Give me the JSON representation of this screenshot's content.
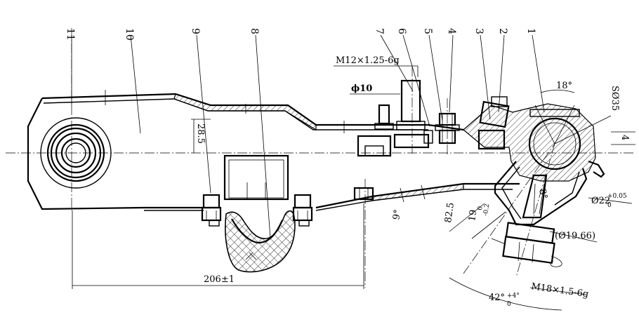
{
  "part_labels": [
    "1",
    "2",
    "3",
    "4",
    "5",
    "6",
    "7",
    "8",
    "9",
    "10",
    "11"
  ],
  "dimensions": {
    "thread_top": "M12×1.25-6g",
    "dia_10": "ϕ10",
    "height_28_5": "28.5",
    "angle_18": "18°",
    "sphere": "SØ35",
    "dim_4": "4",
    "angle_8": "8°",
    "dia_22": "Ø22",
    "dia_22_tol": "+0.05",
    "dia_22_tol_low": "0",
    "dim_82_5": "82.5",
    "dim_19": "19",
    "dim_19_tol_up": "0",
    "dim_19_tol_low": "-0.2",
    "dia_19_66": "(Ø19.66)",
    "angle_9": "9°",
    "length_206": "206±1",
    "thread_bottom": "M18×1.5-6g",
    "angle_42": "42°",
    "angle_42_tol_up": "+4°",
    "angle_42_tol_low": "0"
  }
}
